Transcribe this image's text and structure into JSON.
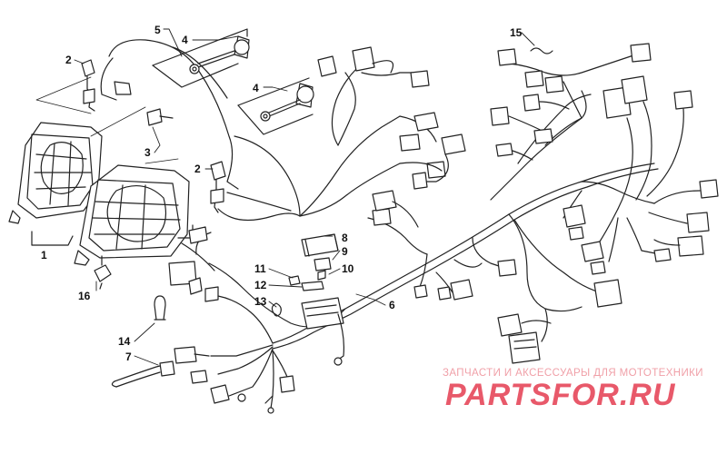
{
  "callouts": [
    {
      "id": "1",
      "text": "1"
    },
    {
      "id": "2a",
      "text": "2"
    },
    {
      "id": "2b",
      "text": "2"
    },
    {
      "id": "3",
      "text": "3"
    },
    {
      "id": "4a",
      "text": "4"
    },
    {
      "id": "4b",
      "text": "4"
    },
    {
      "id": "5",
      "text": "5"
    },
    {
      "id": "6",
      "text": "6"
    },
    {
      "id": "7",
      "text": "7"
    },
    {
      "id": "8",
      "text": "8"
    },
    {
      "id": "9",
      "text": "9"
    },
    {
      "id": "10",
      "text": "10"
    },
    {
      "id": "11",
      "text": "11"
    },
    {
      "id": "12",
      "text": "12"
    },
    {
      "id": "13",
      "text": "13"
    },
    {
      "id": "14",
      "text": "14"
    },
    {
      "id": "15",
      "text": "15"
    },
    {
      "id": "16",
      "text": "16"
    }
  ],
  "watermark": {
    "tagline": "ЗАПЧАСТИ И АКСЕССУАРЫ ДЛЯ МОТОТЕХНИКИ",
    "logo": "PARTSFOR.RU",
    "color": "#e8596a"
  },
  "colors": {
    "line": "#222222",
    "fill": "#ffffff",
    "watermark": "#e8596a"
  }
}
